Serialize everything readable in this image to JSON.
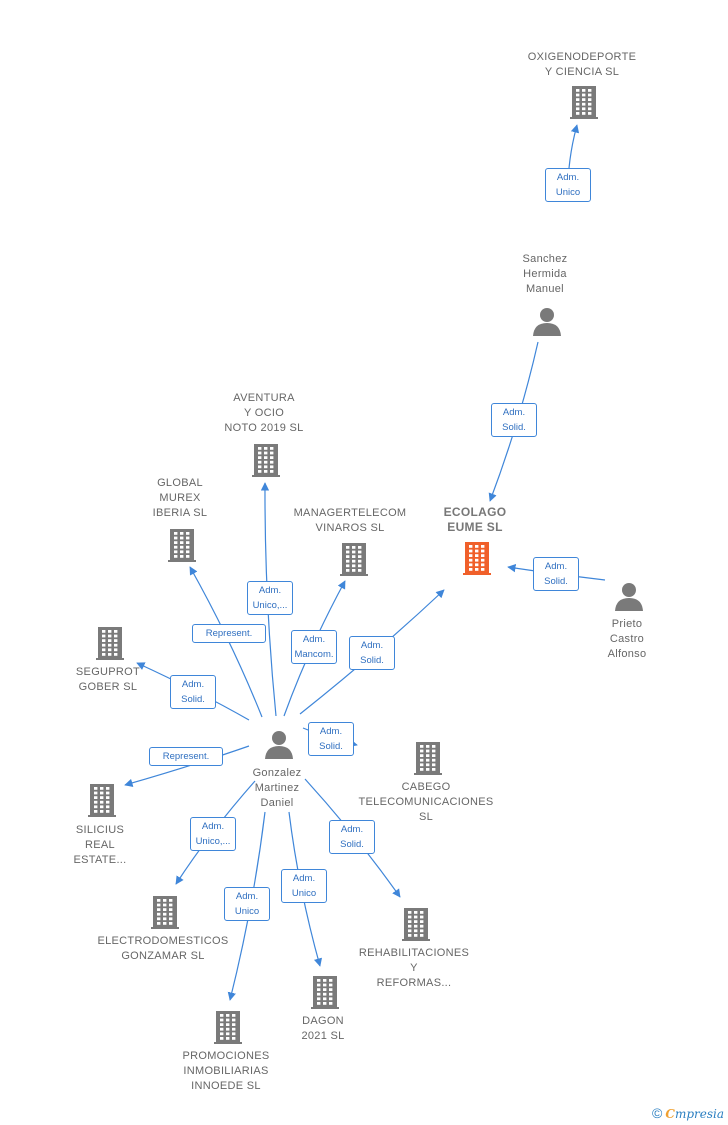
{
  "nodes": [
    {
      "id": "oxigeno",
      "type": "company",
      "label": "OXIGENODEPORTE\nY CIENCIA SL",
      "highlight": false
    },
    {
      "id": "sanchez",
      "type": "person",
      "label": "Sanchez\nHermida\nManuel"
    },
    {
      "id": "ecolago",
      "type": "company",
      "label": "ECOLAGO\nEUME  SL",
      "highlight": true
    },
    {
      "id": "prieto",
      "type": "person",
      "label": "Prieto\nCastro\nAlfonso"
    },
    {
      "id": "aventura",
      "type": "company",
      "label": "AVENTURA\nY OCIO\nNOTO 2019  SL",
      "highlight": false
    },
    {
      "id": "global",
      "type": "company",
      "label": "GLOBAL\nMUREX\nIBERIA SL",
      "highlight": false
    },
    {
      "id": "manager",
      "type": "company",
      "label": "MANAGERTELECOM\nVINAROS  SL",
      "highlight": false
    },
    {
      "id": "seguprot",
      "type": "company",
      "label": "SEGUPROT\nGOBER  SL",
      "highlight": false
    },
    {
      "id": "gonzalez",
      "type": "person",
      "label": "Gonzalez\nMartinez\nDaniel"
    },
    {
      "id": "cabego",
      "type": "company",
      "label": "CABEGO\nTELECOMUNICACIONES\nSL",
      "highlight": false
    },
    {
      "id": "silicius",
      "type": "company",
      "label": "SILICIUS\nREAL\nESTATE...",
      "highlight": false
    },
    {
      "id": "electro",
      "type": "company",
      "label": "ELECTRODOMESTICOS\nGONZAMAR  SL",
      "highlight": false
    },
    {
      "id": "rehab",
      "type": "company",
      "label": "REHABILITACIONES\nY\nREFORMAS...",
      "highlight": false
    },
    {
      "id": "dagon",
      "type": "company",
      "label": "DAGON\n2021  SL",
      "highlight": false
    },
    {
      "id": "promo",
      "type": "company",
      "label": "PROMOCIONES\nINMOBILIARIAS\nINNOEDE  SL",
      "highlight": false
    }
  ],
  "edges": [
    {
      "from": "sanchez",
      "to": "oxigeno",
      "role": "Adm.\nUnico"
    },
    {
      "from": "sanchez",
      "to": "ecolago",
      "role": "Adm.\nSolid."
    },
    {
      "from": "prieto",
      "to": "ecolago",
      "role": "Adm.\nSolid."
    },
    {
      "from": "gonzalez",
      "to": "ecolago",
      "role": "Adm.\nSolid."
    },
    {
      "from": "gonzalez",
      "to": "aventura",
      "role": "Adm.\nUnico,..."
    },
    {
      "from": "gonzalez",
      "to": "global",
      "role": "Represent."
    },
    {
      "from": "gonzalez",
      "to": "manager",
      "role": "Adm.\nMancom."
    },
    {
      "from": "gonzalez",
      "to": "seguprot",
      "role": "Adm.\nSolid."
    },
    {
      "from": "gonzalez",
      "to": "cabego",
      "role": "Adm.\nSolid."
    },
    {
      "from": "gonzalez",
      "to": "silicius",
      "role": "Represent."
    },
    {
      "from": "gonzalez",
      "to": "electro",
      "role": "Adm.\nUnico,..."
    },
    {
      "from": "gonzalez",
      "to": "rehab",
      "role": "Adm.\nSolid."
    },
    {
      "from": "gonzalez",
      "to": "dagon",
      "role": "Adm.\nUnico"
    },
    {
      "from": "gonzalez",
      "to": "promo",
      "role": "Adm.\nUnico"
    }
  ],
  "colors": {
    "edge": "#3f86d9",
    "company": "#7a7a7a",
    "company_highlight": "#f0602a",
    "person": "#7a7a7a"
  },
  "footer": {
    "copyright": "©",
    "brand_first": "C",
    "brand_rest": "mpresia"
  }
}
